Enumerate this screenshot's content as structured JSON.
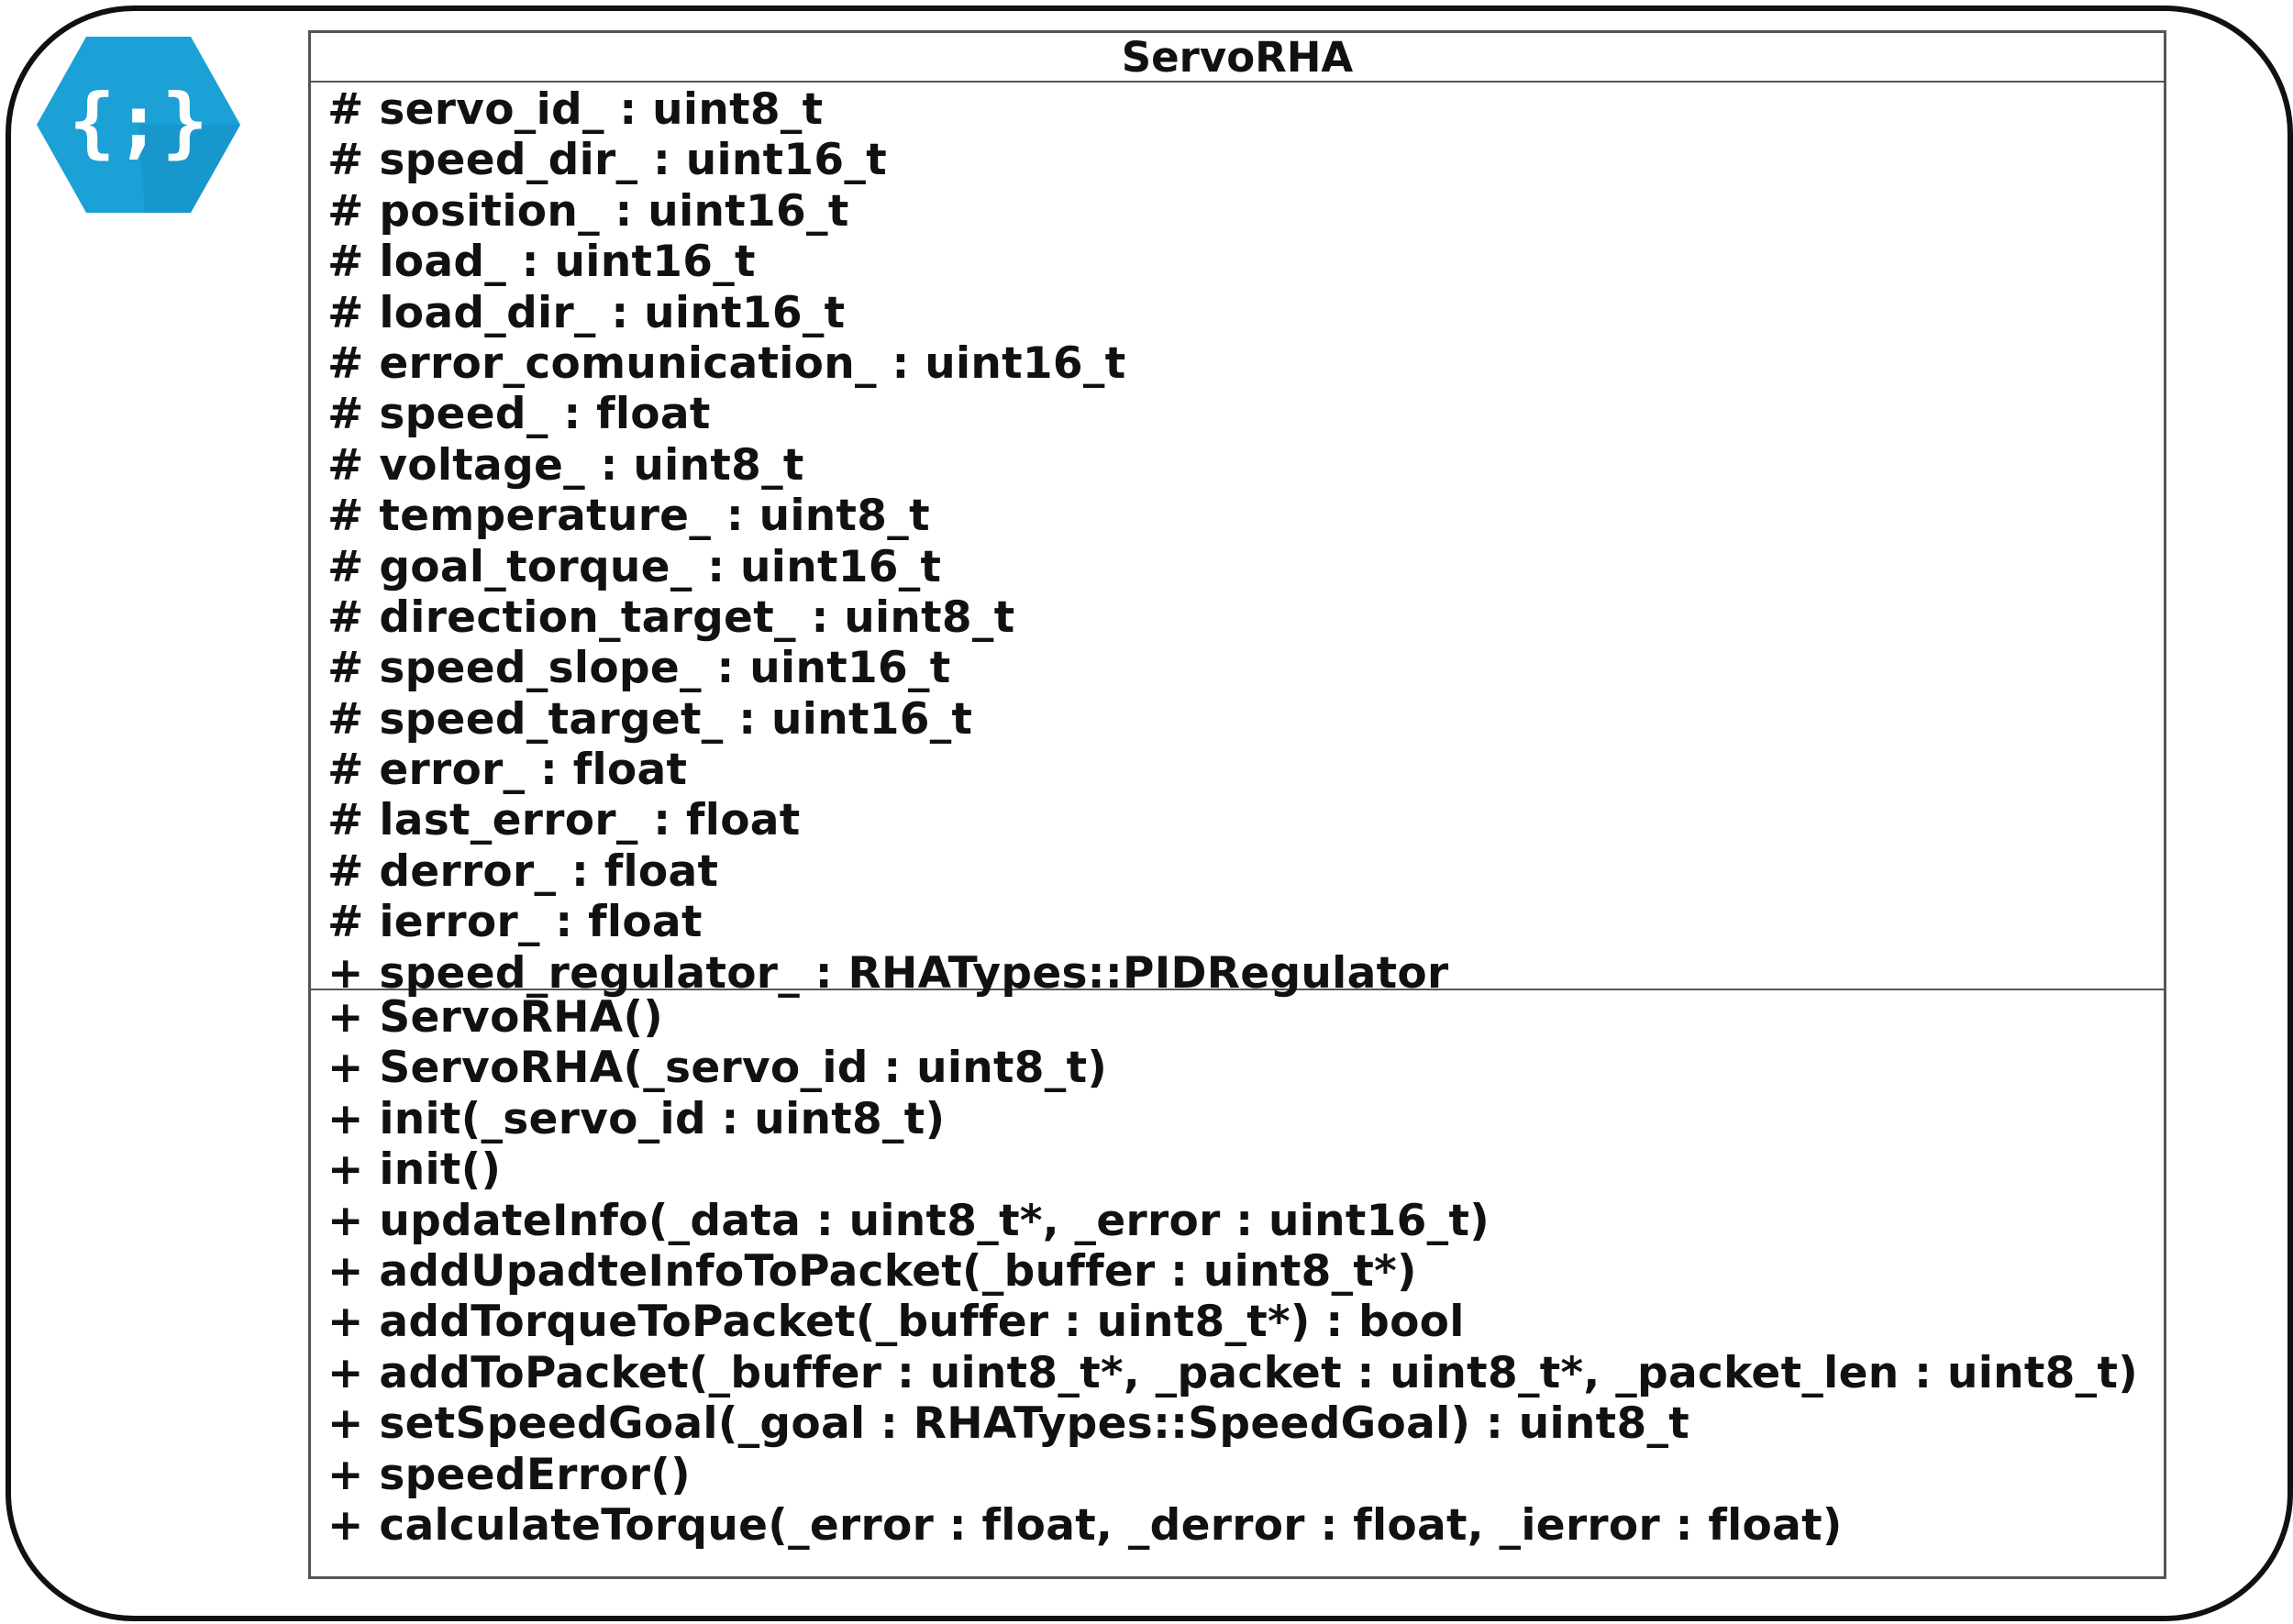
{
  "logo": {
    "glyph": "{;}",
    "icon": "code-braces-hexagon-icon",
    "color_main": "#1ba1d6",
    "color_shadow": "#0f86b8"
  },
  "diagram": {
    "class_name": "ServoRHA",
    "attributes": [
      "# servo_id_ : uint8_t",
      "# speed_dir_ : uint16_t",
      "# position_ : uint16_t",
      "# load_ : uint16_t",
      "# load_dir_ : uint16_t",
      "# error_comunication_ : uint16_t",
      "# speed_ : float",
      "# voltage_ : uint8_t",
      "# temperature_ : uint8_t",
      "# goal_torque_ : uint16_t",
      "# direction_target_ : uint8_t",
      "# speed_slope_ : uint16_t",
      "# speed_target_ : uint16_t",
      "# error_ : float",
      "# last_error_ : float",
      "# derror_ : float",
      "# ierror_ : float",
      "+ speed_regulator_ : RHATypes::PIDRegulator"
    ],
    "operations": [
      "+ ServoRHA()",
      "+ ServoRHA(_servo_id : uint8_t)",
      "+ init(_servo_id : uint8_t)",
      "+ init()",
      "+ updateInfo(_data : uint8_t*, _error : uint16_t)",
      "+ addUpadteInfoToPacket(_buffer : uint8_t*)",
      "+ addTorqueToPacket(_buffer : uint8_t*) : bool",
      "+ addToPacket(_buffer : uint8_t*, _packet : uint8_t*, _packet_len : uint8_t)",
      "+ setSpeedGoal(_goal : RHATypes::SpeedGoal) : uint8_t",
      "+ speedError()",
      "+ calculateTorque(_error : float, _derror : float, _ierror : float)"
    ]
  }
}
